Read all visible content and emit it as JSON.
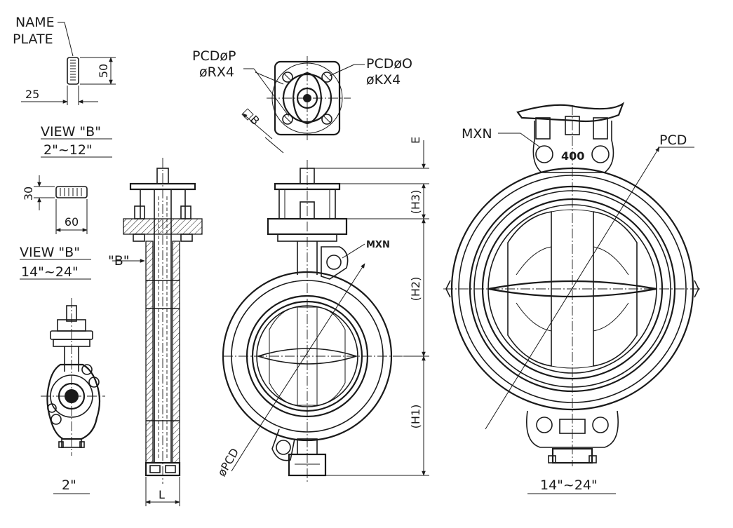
{
  "labels": {
    "name_plate_line1": "NAME",
    "name_plate_line2": "PLATE",
    "dim_25": "25",
    "dim_50": "50",
    "view_b_small_title": "VIEW \"B\"",
    "view_b_small_range": "2\"~12\"",
    "dim_30": "30",
    "dim_60": "60",
    "view_b_large_title": "VIEW \"B\"",
    "view_b_large_range": "14\"~24\"",
    "size_2in": "2\"",
    "view_b_marker": "\"B\"",
    "dim_l": "L",
    "pcd_p": "PCDøP",
    "rx4": "øRX4",
    "pcd_o": "PCDøO",
    "kx4": "øKX4",
    "square_b": "□B",
    "dim_e": "E",
    "dim_h3": "(H3)",
    "dim_h2": "(H2)",
    "dim_h1": "(H1)",
    "mxn_small": "MXN",
    "phi_pcd": "øPCD",
    "mxn_large": "MXN",
    "pcd": "PCD",
    "boss_number": "400",
    "size_range_large": "14\"~24\""
  }
}
